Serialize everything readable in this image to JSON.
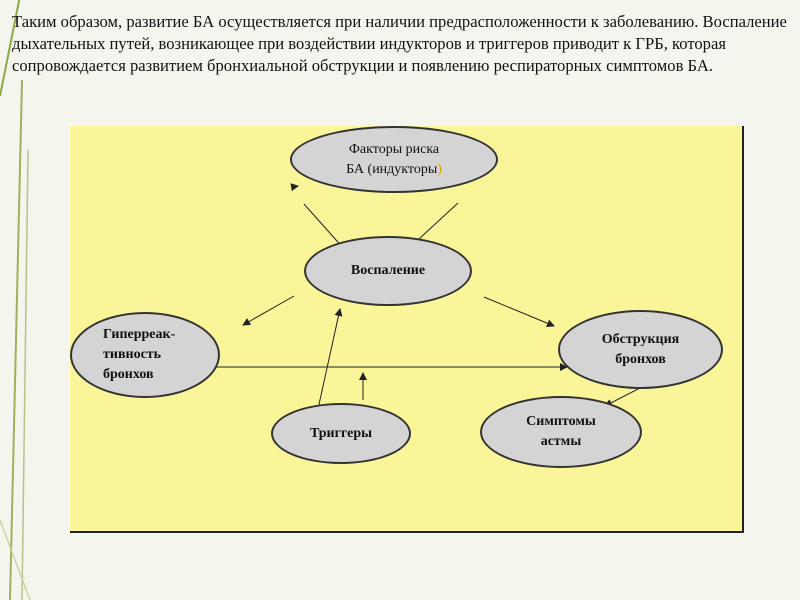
{
  "slide": {
    "intro_text": "Таким образом, развитие БА осуществляется при наличии предрасположенности к заболеванию. Воспаление  дыхательных путей, возникающее при воздействии индукторов и триггеров приводит к ГРБ, которая сопровождается развитием бронхиальной обструкции и появлению респираторных симптомов БА."
  },
  "diagram": {
    "nodes": {
      "risk_factors": {
        "line1": "Факторы риска",
        "line2": "БА (индукторы",
        "paren": ")"
      },
      "inflammation": {
        "line1": "Воспаление"
      },
      "hyperreactivity": {
        "line1": "Гиперреак-",
        "line2": "тивность",
        "line3": "бронхов"
      },
      "obstruction": {
        "line1": "Обструкция",
        "line2": "бронхов"
      },
      "triggers": {
        "line1": "Триггеры"
      },
      "symptoms": {
        "line1": "Симптомы",
        "line2": "астмы"
      }
    },
    "colors": {
      "panel": "#fbf59a",
      "node_fill": "#d4d4d4",
      "node_border": "#333333",
      "decor_green": "#8fa84a",
      "paren_accent": "#d9a400"
    }
  }
}
